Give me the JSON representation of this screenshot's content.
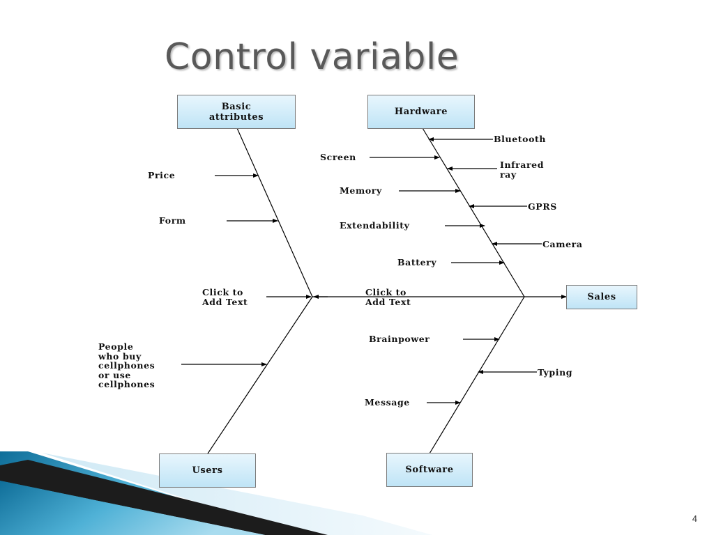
{
  "slide": {
    "title": "Control variable",
    "page_number": "4"
  },
  "diagram": {
    "boxes": {
      "basic_attributes": "Basic\nattributes",
      "hardware": "Hardware",
      "sales": "Sales",
      "users": "Users",
      "software": "Software"
    },
    "labels": {
      "price": "Price",
      "form": "Form",
      "click_left": "Click to\nAdd Text",
      "people": "People\nwho buy\ncellphones\nor use\ncellphones",
      "screen": "Screen",
      "memory": "Memory",
      "extendability": "Extendability",
      "battery": "Battery",
      "bluetooth": "Bluetooth",
      "infrared": "Infrared\nray",
      "gprs": "GPRS",
      "camera": "Camera",
      "click_right": "Click to\nAdd Text",
      "brainpower": "Brainpower",
      "typing": "Typing",
      "message": "Message"
    }
  },
  "colors": {
    "box_fill_top": "#e8f6fd",
    "box_fill_bottom": "#bfe4f6",
    "title": "#595959",
    "deco_blue_dark": "#0f6e99",
    "deco_blue_light": "#7fc4e0"
  }
}
